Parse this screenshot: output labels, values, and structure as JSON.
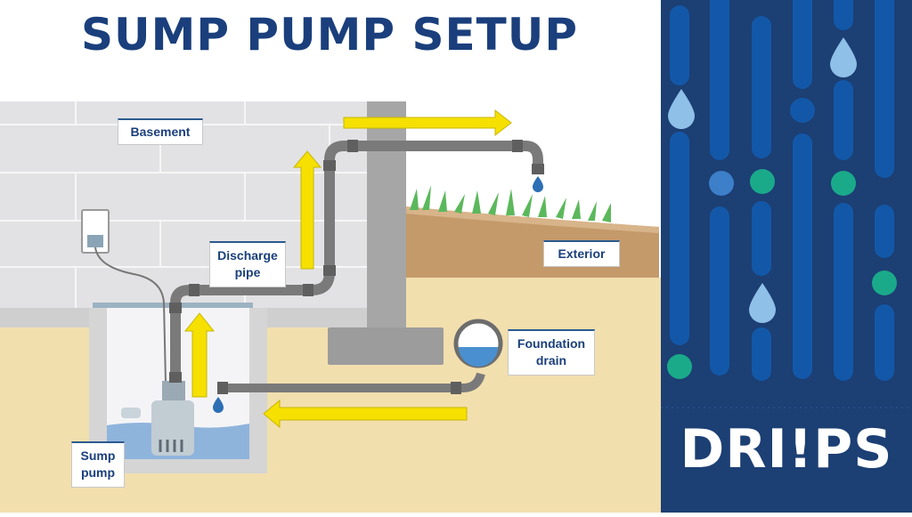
{
  "title": "SUMP PUMP SETUP",
  "labels": {
    "basement": "Basement",
    "discharge_pipe_line1": "Discharge",
    "discharge_pipe_line2": "pipe",
    "exterior": "Exterior",
    "foundation_drain_line1": "Foundation",
    "foundation_drain_line2": "drain",
    "sump_pump_line1": "Sump",
    "sump_pump_line2": "pump"
  },
  "brand": "DRI!PS",
  "colors": {
    "title": "#1a3f7c",
    "panel": "#1c3f74",
    "arrow": "#f5e000",
    "pipe": "#7a7a7a",
    "water": "#8fb4dc",
    "soil": "#f2dfae",
    "accent_teal": "#1aaa8a"
  }
}
